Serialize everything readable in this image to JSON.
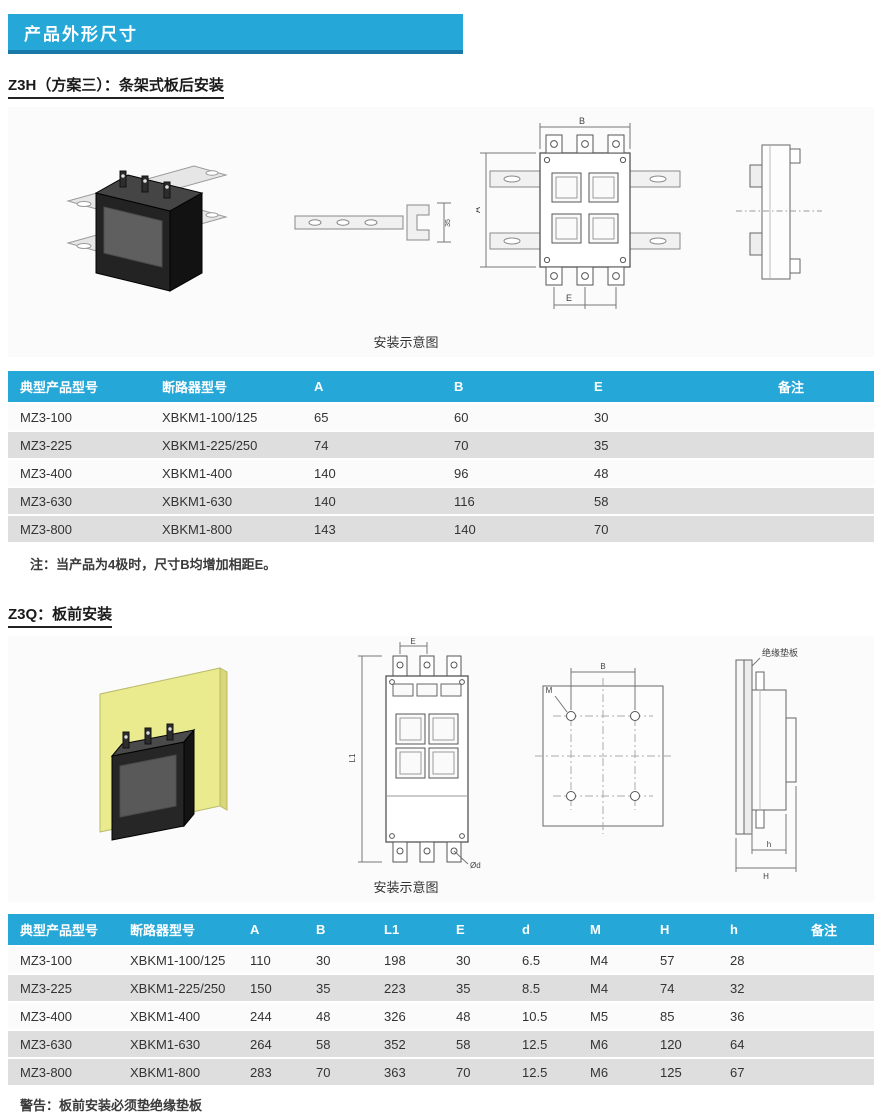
{
  "page": {
    "title": "产品外形尺寸"
  },
  "colors": {
    "accent": "#25A7D7",
    "accent_dark": "#1879A8",
    "row_gray": "#DEDEDE",
    "panel_yellow": "#EAEA8F"
  },
  "section1": {
    "heading": "Z3H（方案三）：条架式板后安装",
    "caption": "安装示意图",
    "note": "注：当产品为4极时，尺寸B均增加相距E。",
    "fig": {
      "dim_b": "B",
      "dim_a": "A",
      "dim_e": "E",
      "rail_height": "35"
    },
    "table": {
      "headers": [
        "典型产品型号",
        "断路器型号",
        "A",
        "B",
        "E",
        "备注"
      ],
      "rows": [
        [
          "MZ3-100",
          "XBKM1-100/125",
          "65",
          "60",
          "30",
          ""
        ],
        [
          "MZ3-225",
          "XBKM1-225/250",
          "74",
          "70",
          "35",
          ""
        ],
        [
          "MZ3-400",
          "XBKM1-400",
          "140",
          "96",
          "48",
          ""
        ],
        [
          "MZ3-630",
          "XBKM1-630",
          "140",
          "116",
          "58",
          ""
        ],
        [
          "MZ3-800",
          "XBKM1-800",
          "143",
          "140",
          "70",
          ""
        ]
      ]
    }
  },
  "section2": {
    "heading": "Z3Q：板前安装",
    "caption": "安装示意图",
    "warning": "警告：板前安装必须垫绝缘垫板",
    "fig": {
      "dim_e": "E",
      "dim_l1": "L1",
      "dim_d": "Ød",
      "dim_b": "B",
      "dim_m": "M",
      "dim_h_small": "h",
      "dim_h_big": "H",
      "insulation_label": "绝缘垫板"
    },
    "table": {
      "headers": [
        "典型产品型号",
        "断路器型号",
        "A",
        "B",
        "L1",
        "E",
        "d",
        "M",
        "H",
        "h",
        "备注"
      ],
      "rows": [
        [
          "MZ3-100",
          "XBKM1-100/125",
          "110",
          "30",
          "198",
          "30",
          "6.5",
          "M4",
          "57",
          "28",
          ""
        ],
        [
          "MZ3-225",
          "XBKM1-225/250",
          "150",
          "35",
          "223",
          "35",
          "8.5",
          "M4",
          "74",
          "32",
          ""
        ],
        [
          "MZ3-400",
          "XBKM1-400",
          "244",
          "48",
          "326",
          "48",
          "10.5",
          "M5",
          "85",
          "36",
          ""
        ],
        [
          "MZ3-630",
          "XBKM1-630",
          "264",
          "58",
          "352",
          "58",
          "12.5",
          "M6",
          "120",
          "64",
          ""
        ],
        [
          "MZ3-800",
          "XBKM1-800",
          "283",
          "70",
          "363",
          "70",
          "12.5",
          "M6",
          "125",
          "67",
          ""
        ]
      ]
    }
  }
}
